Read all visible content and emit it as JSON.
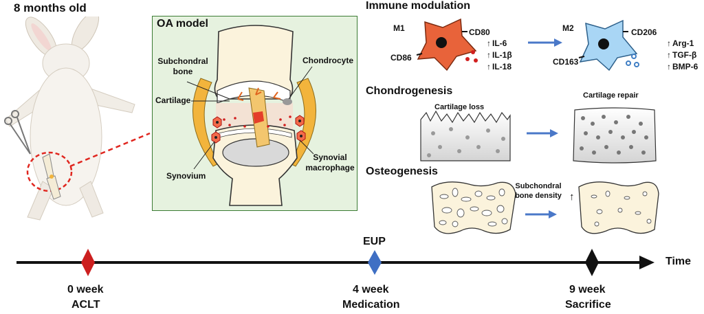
{
  "age_label": "8 months old",
  "oa_panel": {
    "title": "OA model",
    "labels": {
      "subchondral_bone": "Subchondral bone",
      "cartilage": "Cartilage",
      "chondrocyte": "Chondrocyte",
      "synovium": "Synovium",
      "synovial_macrophage": "Synovial macrophage"
    },
    "bg_color": "#e6f2df",
    "border_color": "#3a7a32"
  },
  "immune": {
    "title": "Immune modulation",
    "m1": {
      "label": "M1",
      "marker_a": "CD80",
      "marker_b": "CD86",
      "cytokines": [
        "IL-6",
        "IL-1β",
        "IL-18"
      ],
      "color": "#e8633a"
    },
    "m2": {
      "label": "M2",
      "marker_a": "CD206",
      "marker_b": "CD163",
      "cytokines": [
        "Arg-1",
        "TGF-β",
        "BMP-6"
      ],
      "color": "#a9d6f5"
    }
  },
  "chondrogenesis": {
    "title": "Chondrogenesis",
    "before": "Cartilage loss",
    "after": "Cartilage repair"
  },
  "osteogenesis": {
    "title": "Osteogenesis",
    "note": "Subchondral bone density"
  },
  "timeline": {
    "axis_label": "Time",
    "events": [
      {
        "top": "",
        "line1": "0 week",
        "line2": "ACLT",
        "color": "#cc1f1f"
      },
      {
        "top": "EUP",
        "line1": "4 week",
        "line2": "Medication",
        "color": "#3f6fc4"
      },
      {
        "top": "",
        "line1": "9 week",
        "line2": "Sacrifice",
        "color": "#111111"
      }
    ]
  },
  "colors": {
    "arrow_blue": "#4a78c8",
    "dash_red": "#e0261f",
    "synovium_orange": "#f2b43c"
  }
}
